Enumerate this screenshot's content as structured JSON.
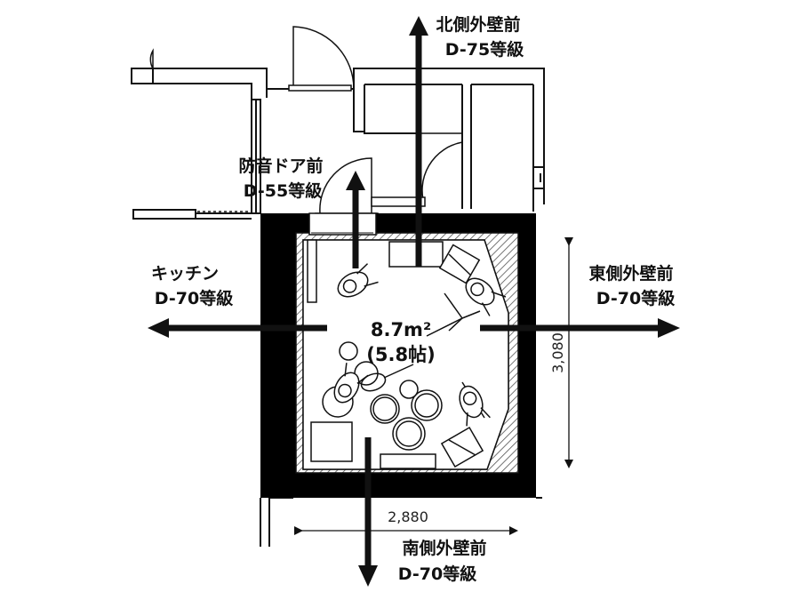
{
  "labels": {
    "north": {
      "line1": "北側外壁前",
      "line2": "D-75等級"
    },
    "door": {
      "line1": "防音ドア前",
      "line2": "D-55等級"
    },
    "kitchen": {
      "line1": "キッチン",
      "line2": "D-70等級"
    },
    "east": {
      "line1": "東側外壁前",
      "line2": "D-70等級"
    },
    "south": {
      "line1": "南側外壁前",
      "line2": "D-70等級"
    },
    "area": {
      "line1": "8.7m²",
      "line2": "(5.8帖)"
    }
  },
  "dimensions": {
    "width": "2,880",
    "height": "3,080"
  },
  "colors": {
    "wall": "#000000",
    "line": "#111111",
    "hatch": "#555555",
    "background": "#ffffff"
  }
}
